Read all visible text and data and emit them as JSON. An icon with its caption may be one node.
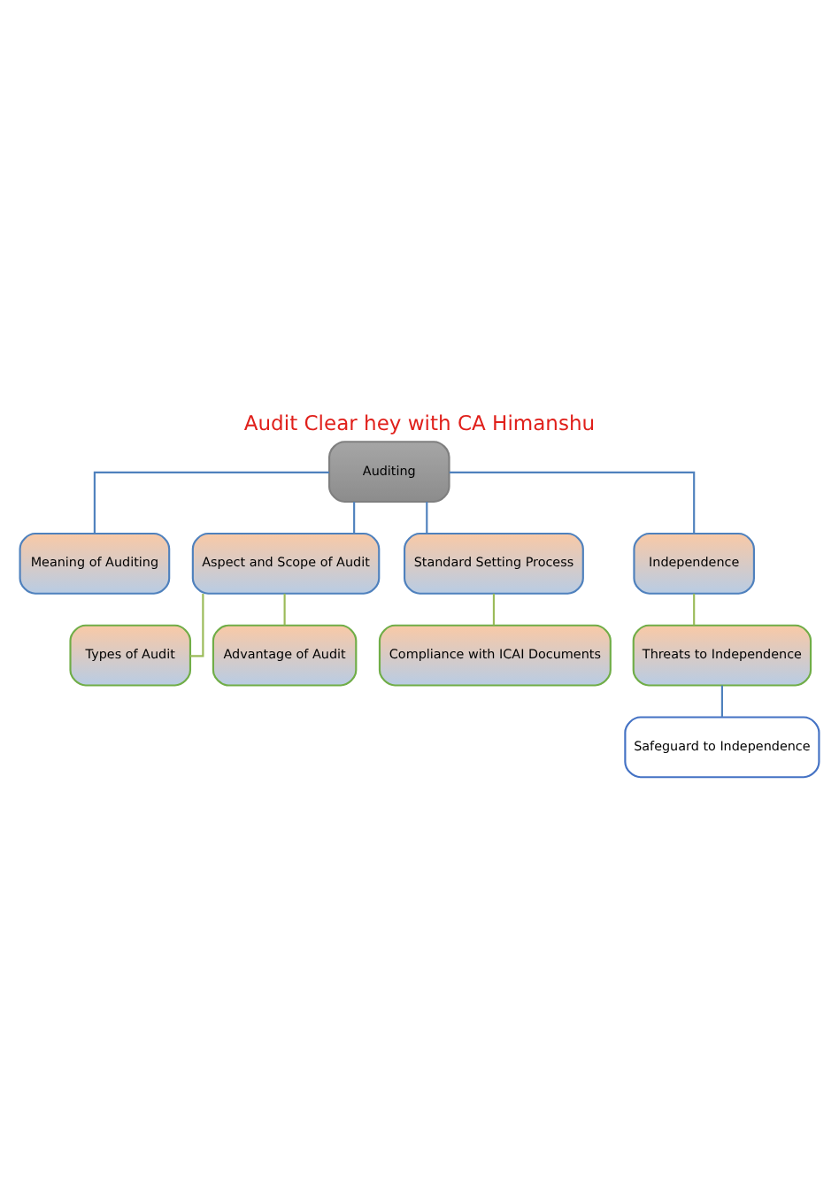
{
  "diagram": {
    "title": "Audit Clear hey with CA Himanshu",
    "nodes": [
      {
        "text": [
          "Auditing"
        ]
      },
      {
        "text": [
          "Meaning of Auditing"
        ]
      },
      {
        "text": [
          "Aspect and Scope of Audit"
        ]
      },
      {
        "text": [
          "Standard Setting Process"
        ]
      },
      {
        "text": [
          "Independence"
        ]
      },
      {
        "text": [
          "Types of Audit"
        ]
      },
      {
        "text": [
          "Advantage of Audit"
        ]
      },
      {
        "text": [
          "Compliance with ICAI Documents"
        ]
      },
      {
        "text": [
          "Threats to Independence"
        ]
      },
      {
        "text": [
          "Safeguard to Independence"
        ]
      }
    ],
    "edges": [
      {
        "from": 0,
        "to": 1,
        "arrow": "none"
      },
      {
        "from": 0,
        "to": 2,
        "arrow": "none"
      },
      {
        "from": 0,
        "to": 3,
        "arrow": "none"
      },
      {
        "from": 0,
        "to": 4,
        "arrow": "none"
      },
      {
        "from": 2,
        "to": 5,
        "arrow": "none",
        "color": "#9bbb59"
      },
      {
        "from": 2,
        "to": 6,
        "arrow": "none",
        "color": "#9bbb59"
      },
      {
        "from": 3,
        "to": 7,
        "arrow": "none",
        "color": "#9bbb59"
      },
      {
        "from": 4,
        "to": 8,
        "arrow": "none",
        "color": "#9bbb59"
      },
      {
        "from": 8,
        "to": 9,
        "arrow": "none"
      }
    ]
  }
}
